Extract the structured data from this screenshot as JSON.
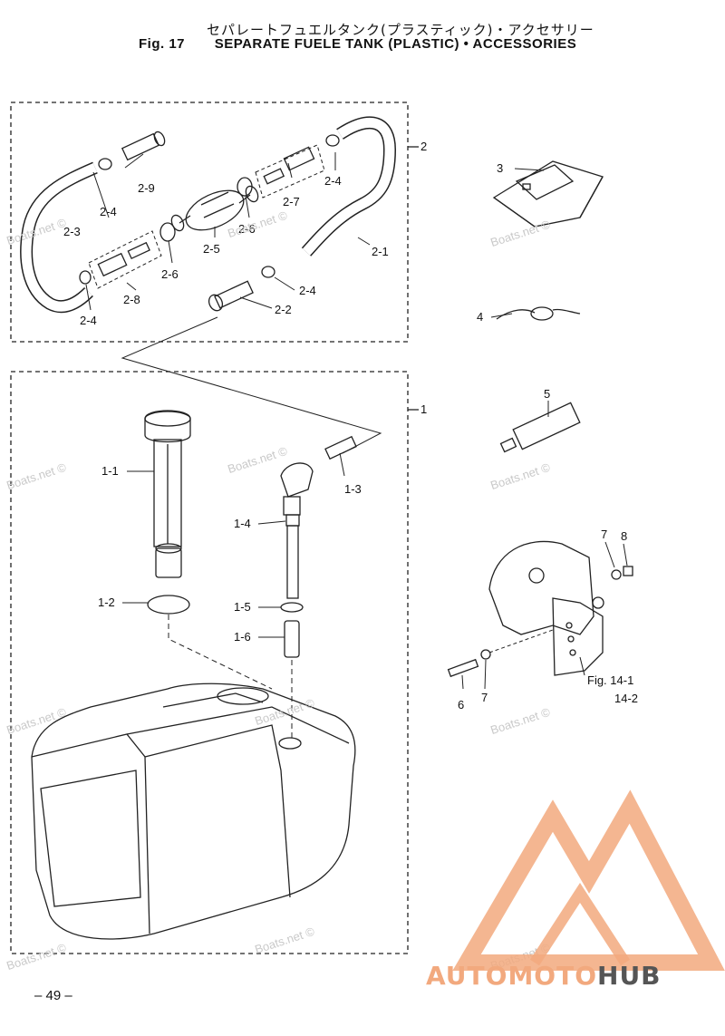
{
  "header": {
    "title_jp": "セパレートフュエルタンク(プラスティック)・アクセサリー",
    "fig_no": "Fig. 17",
    "title_en": "SEPARATE FUELE TANK (PLASTIC) • ACCESSORIES"
  },
  "labels": {
    "l2": "2",
    "l2_9": "2-9",
    "l2_4a": "2-4",
    "l2_4b": "2-4",
    "l2_3": "2-3",
    "l2_7": "2-7",
    "l2_5": "2-5",
    "l2_6a": "2-6",
    "l2_6b": "2-6",
    "l2_1": "2-1",
    "l2_8": "2-8",
    "l2_4c": "2-4",
    "l2_4d": "2-4",
    "l2_2": "2-2",
    "l3": "3",
    "l4": "4",
    "l1": "1",
    "l5": "5",
    "l1_1": "1-1",
    "l1_3": "1-3",
    "l1_4": "1-4",
    "l1_2": "1-2",
    "l1_5": "1-5",
    "l1_6": "1-6",
    "l7a": "7",
    "l8": "8",
    "l6": "6",
    "l7b": "7",
    "fig14_1": "Fig. 14-1",
    "fig14_2": "14-2"
  },
  "watermark": "Boats.net ©",
  "page_number": "– 49 –",
  "logo": {
    "part1": "AUTOMOTO",
    "part2": "HUB",
    "accent": "#f2a97e",
    "dark": "#555555"
  }
}
